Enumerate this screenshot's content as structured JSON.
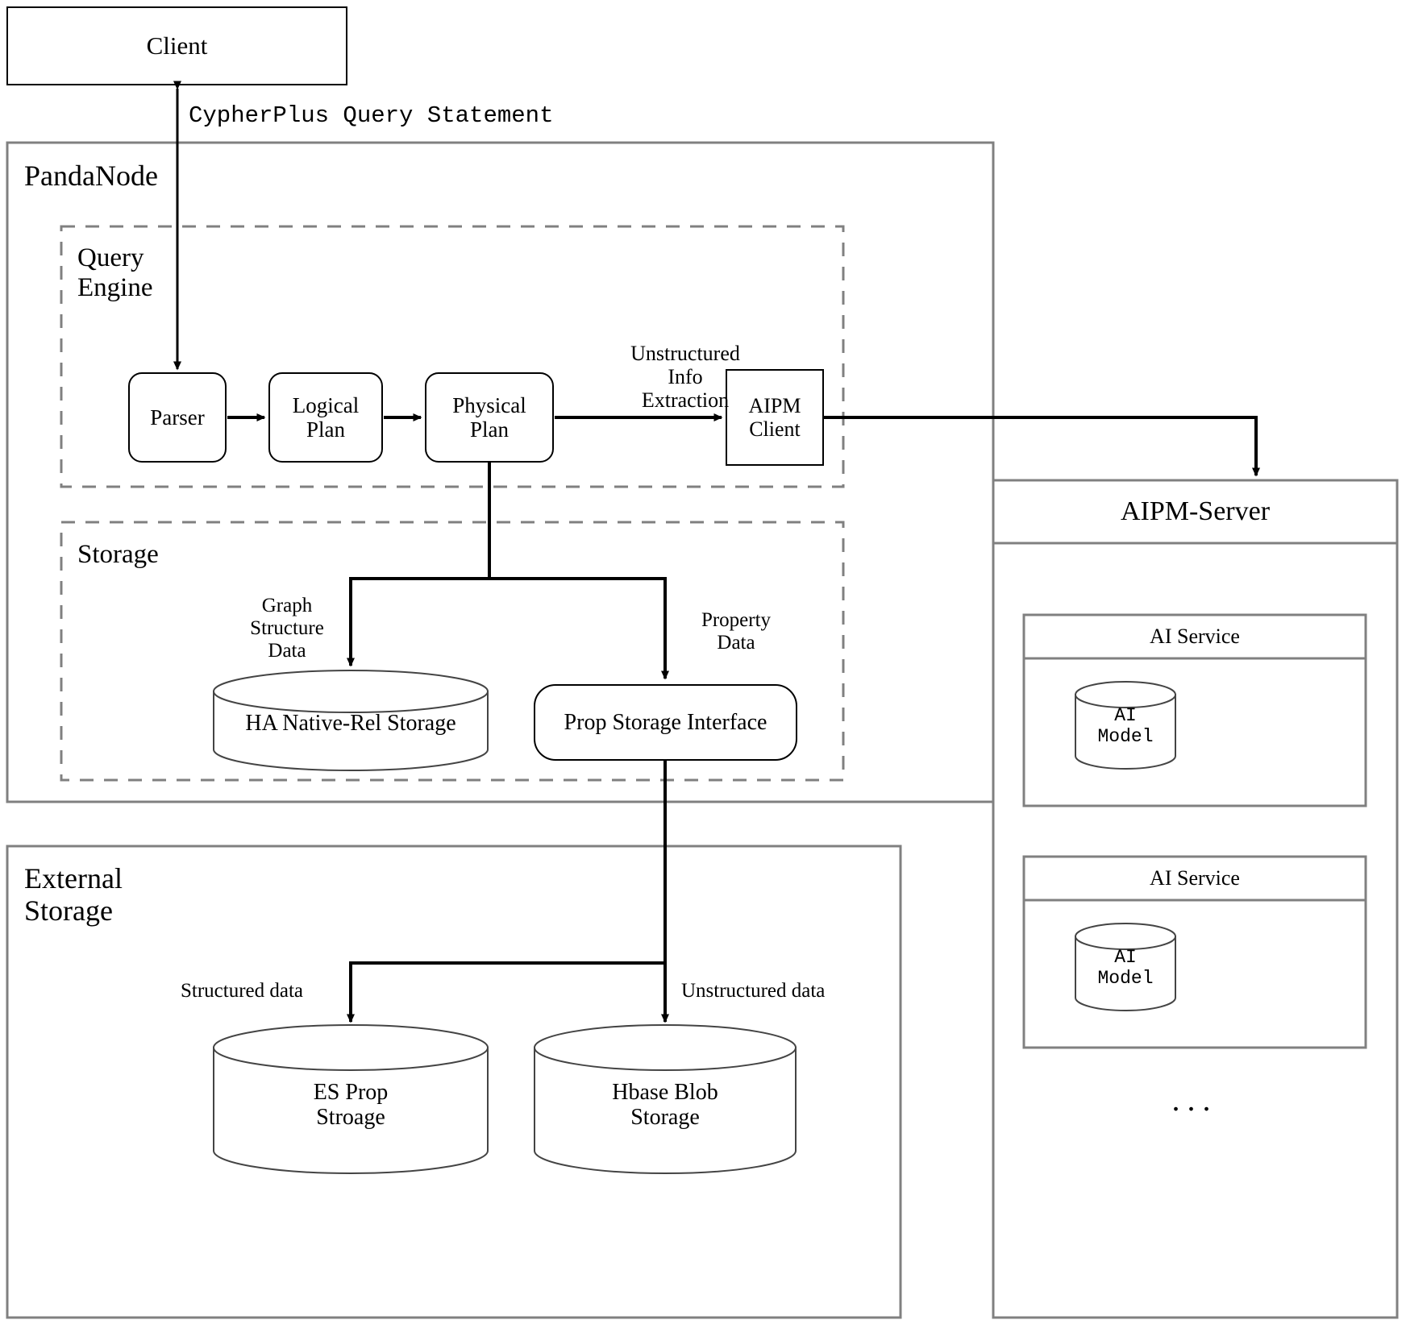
{
  "diagram": {
    "title": "PandaDB / PandaNode architecture",
    "colors": {
      "stroke_dark": "#000000",
      "stroke_gray": "#808080",
      "background": "#ffffff"
    },
    "containers": {
      "client": {
        "label": "Client"
      },
      "pandanode": {
        "label": "PandaNode"
      },
      "query_engine": {
        "label": "Query\nEngine"
      },
      "storage": {
        "label": "Storage"
      },
      "external_storage": {
        "label": "External\nStorage"
      },
      "aipm_server": {
        "label": "AIPM-Server"
      }
    },
    "nodes": {
      "parser": {
        "label": "Parser"
      },
      "logical_plan": {
        "label": "Logical\nPlan"
      },
      "physical_plan": {
        "label": "Physical\nPlan"
      },
      "aipm_client": {
        "label": "AIPM\nClient"
      },
      "ha_native_rel_storage": {
        "label": "HA Native-Rel Storage"
      },
      "prop_storage_interface": {
        "label": "Prop Storage Interface"
      },
      "es_prop_storage": {
        "label": "ES Prop\nStroage"
      },
      "hbase_blob_storage": {
        "label": "Hbase Blob\nStorage"
      },
      "ai_service_1": {
        "label": "AI Service"
      },
      "ai_model_1": {
        "label": "AI\nModel"
      },
      "ai_service_2": {
        "label": "AI Service"
      },
      "ai_model_2": {
        "label": "AI\nModel"
      },
      "more_services": {
        "label": "..."
      }
    },
    "edge_labels": {
      "cypherplus": "CypherPlus Query Statement",
      "unstructured_info_extraction": "Unstructured\nInfo\nExtraction",
      "graph_structure_data": "Graph\nStructure\nData",
      "property_data": "Property\nData",
      "structured_data": "Structured data",
      "unstructured_data": "Unstructured data"
    }
  }
}
